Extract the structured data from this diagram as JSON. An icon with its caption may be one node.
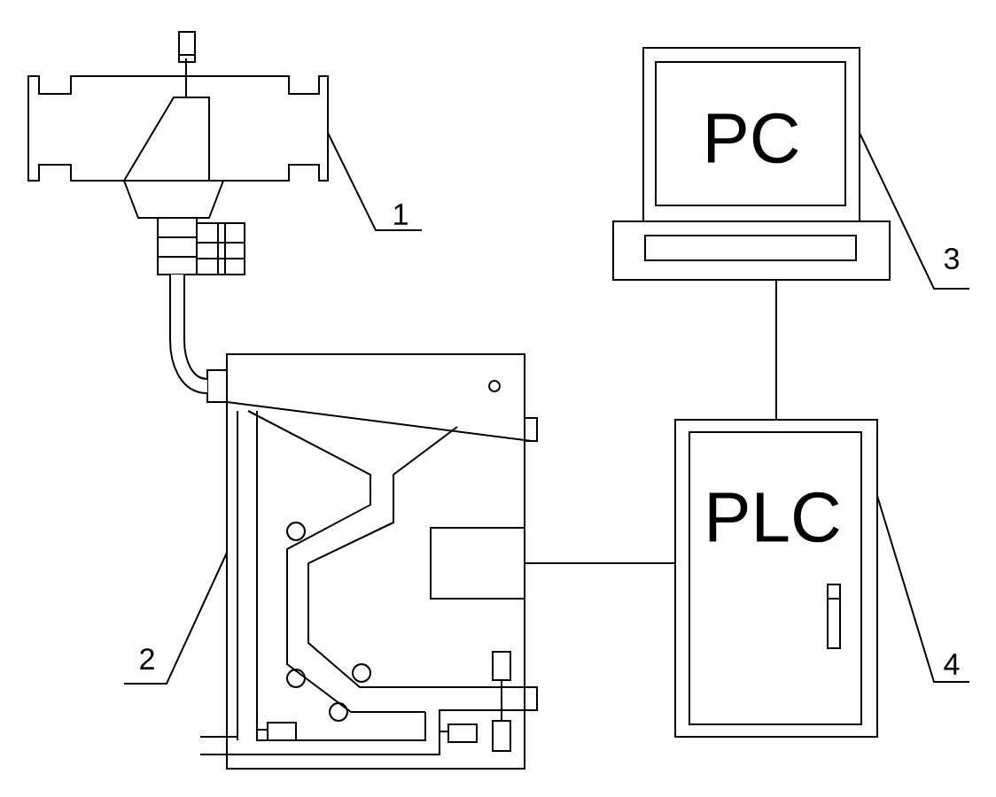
{
  "diagram": {
    "nodes": [
      {
        "text": [],
        "shape": "picture"
      },
      {
        "text": [],
        "shape": "picture"
      },
      {
        "text": [
          "PC"
        ]
      },
      {
        "text": [
          "PLC"
        ]
      },
      {
        "text": [
          "1"
        ]
      },
      {
        "text": [
          "2"
        ]
      },
      {
        "text": [
          "3"
        ]
      },
      {
        "text": [
          "4"
        ]
      }
    ],
    "edges": [
      {
        "from": 0,
        "to": 1,
        "arrow": "none",
        "style": "thick"
      },
      {
        "from": 2,
        "to": 3,
        "arrow": "none"
      },
      {
        "from": 1,
        "to": 3,
        "arrow": "none"
      },
      {
        "from": 4,
        "to": 0,
        "arrow": "none"
      },
      {
        "from": 5,
        "to": 1,
        "arrow": "none"
      },
      {
        "from": 6,
        "to": 2,
        "arrow": "none"
      },
      {
        "from": 7,
        "to": 3,
        "arrow": "none"
      }
    ]
  }
}
